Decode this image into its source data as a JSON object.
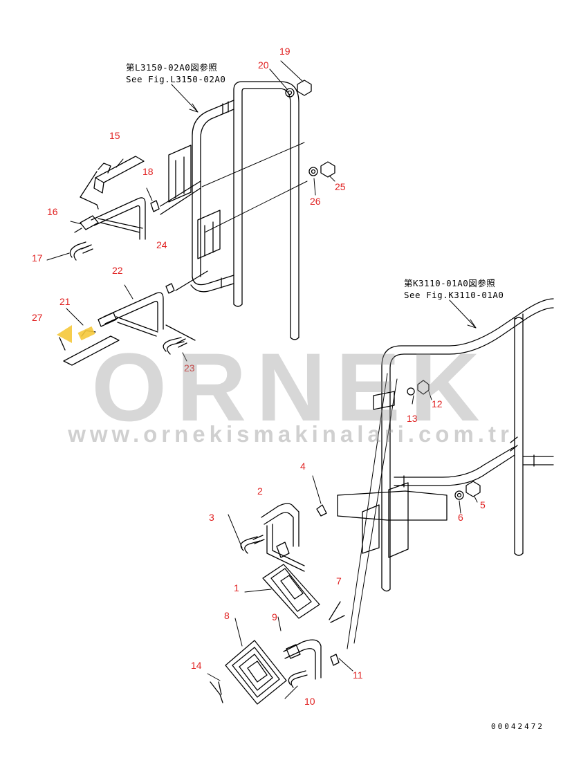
{
  "references": {
    "upper_jp": "第L3150-02A0図参照",
    "upper_en": "See Fig.L3150-02A0",
    "right_jp": "第K3110-01A0図参照",
    "right_en": "See Fig.K3110-01A0"
  },
  "part_numbers": [
    "1",
    "2",
    "3",
    "4",
    "5",
    "6",
    "7",
    "8",
    "9",
    "10",
    "11",
    "12",
    "13",
    "14",
    "15",
    "16",
    "17",
    "18",
    "19",
    "20",
    "21",
    "22",
    "23",
    "24",
    "25",
    "26",
    "27"
  ],
  "watermark": {
    "brand": "ORNEK",
    "url": "www.ornekismakinalari.com.tr"
  },
  "drawing_code": "00042472",
  "colors": {
    "line": "#000000",
    "label": "#e02020",
    "highlight": "#f5c83a",
    "watermark": "#969696"
  }
}
